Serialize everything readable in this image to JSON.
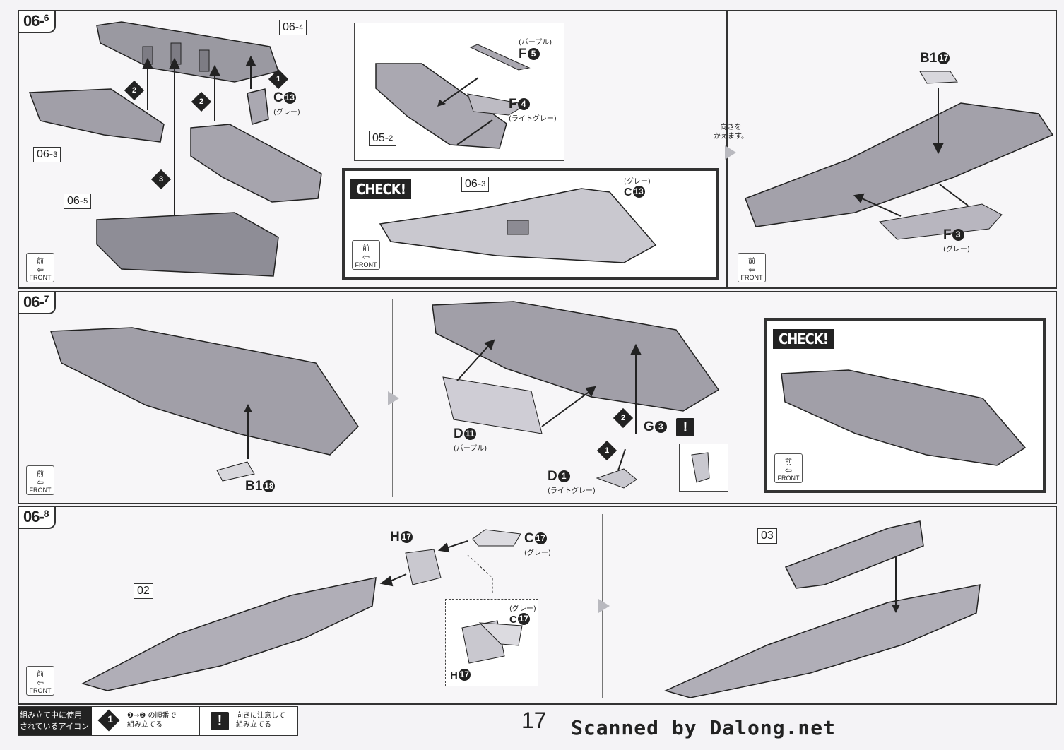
{
  "panels": {
    "p1": {
      "step_main": "06-",
      "step_sub": "6",
      "labels": {
        "a_main": "06-",
        "a_sub": "4",
        "b_main": "06-",
        "b_sub": "3",
        "c_main": "06-",
        "c_sub": "5",
        "d_main": "05-",
        "d_sub": "2",
        "e_main": "06-",
        "e_sub": "3"
      },
      "parts": {
        "c13": {
          "letter": "C",
          "num": "13",
          "note": "(グレー)"
        },
        "f5": {
          "letter": "F",
          "num": "5",
          "note": "(パープル)"
        },
        "f4": {
          "letter": "F",
          "num": "4",
          "note": "(ライトグレー)"
        },
        "c13b": {
          "letter": "C",
          "num": "13",
          "note": "(グレー)"
        }
      },
      "orders": [
        "1",
        "2",
        "2",
        "3"
      ],
      "check": "CHECK!"
    },
    "p2": {
      "rotate_note_1": "向きを",
      "rotate_note_2": "かえます。",
      "parts": {
        "b17": {
          "letter": "B1",
          "num": "17"
        },
        "f3": {
          "letter": "F",
          "num": "3",
          "note": "(グレー)"
        }
      }
    },
    "p3": {
      "step_main": "06-",
      "step_sub": "7",
      "parts": {
        "b18": {
          "letter": "B1",
          "num": "18"
        },
        "d11": {
          "letter": "D",
          "num": "11",
          "note": "(パープル)"
        },
        "g3": {
          "letter": "G",
          "num": "3"
        },
        "d1": {
          "letter": "D",
          "num": "1",
          "note": "(ライトグレー)"
        }
      },
      "orders": [
        "2",
        "1"
      ],
      "check": "CHECK!"
    },
    "p4": {
      "step_main": "06-",
      "step_sub": "8",
      "labels": {
        "a": "02",
        "b": "03"
      },
      "parts": {
        "h17": {
          "letter": "H",
          "num": "17"
        },
        "c17": {
          "letter": "C",
          "num": "17",
          "note": "(グレー)"
        },
        "c17b": {
          "letter": "C",
          "num": "17",
          "note": "(グレー)"
        },
        "h17b": {
          "letter": "H",
          "num": "17"
        }
      }
    }
  },
  "front_icon": {
    "kanji": "前",
    "label": "FRONT"
  },
  "legend": {
    "title_1": "組み立て中に使用",
    "title_2": "されているアイコン",
    "icon_num": "1",
    "order_text_1": "❶→❷ の順番で",
    "order_text_2": "組み立てる",
    "excl_icon": "!",
    "excl_text_1": "向きに注意して",
    "excl_text_2": "組み立てる"
  },
  "page_number": "17",
  "credit": "Scanned by Dalong.net"
}
